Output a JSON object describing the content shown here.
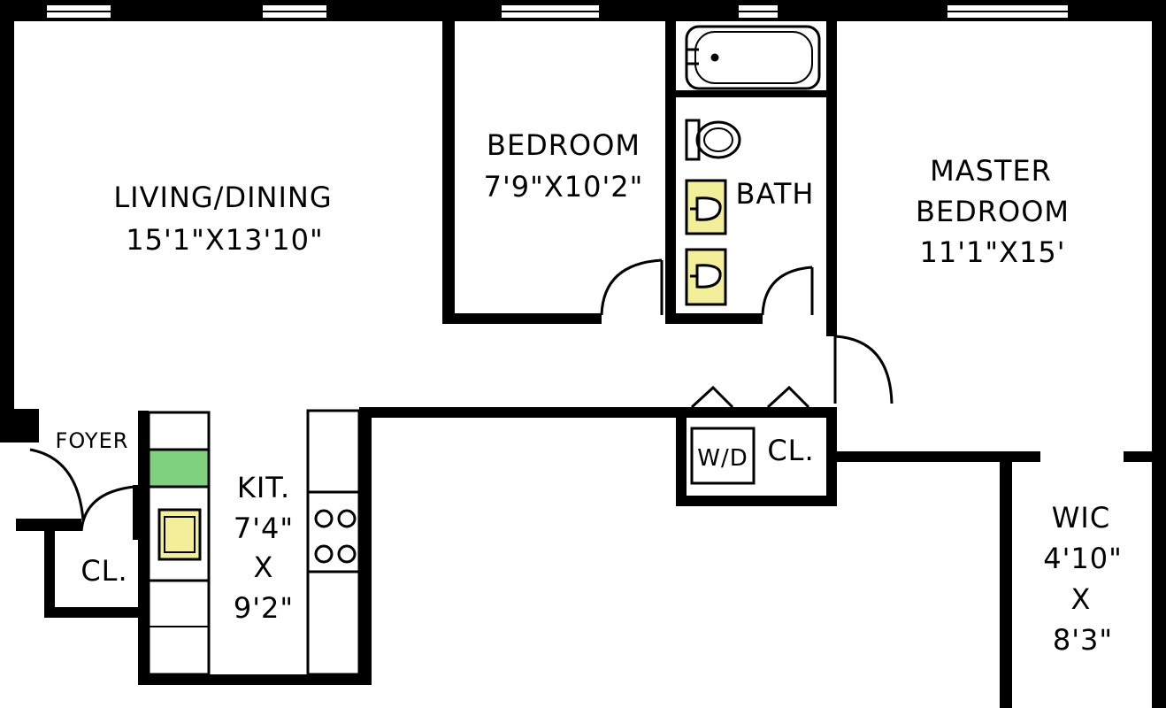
{
  "colors": {
    "wall": "#000000",
    "background": "#ffffff",
    "fixture_fill": "#f3ee9a",
    "counter_fill": "#7fd07f",
    "window": "#ffffff"
  },
  "rooms": {
    "living": {
      "name": "LIVING/DINING",
      "dims": "15'1\"X13'10\""
    },
    "bedroom": {
      "name": "BEDROOM",
      "dims": "7'9\"X10'2\""
    },
    "bath": {
      "name": "BATH"
    },
    "master": {
      "name_line1": "MASTER",
      "name_line2": "BEDROOM",
      "dims": "11'1\"X15'"
    },
    "foyer": {
      "name": "FOYER"
    },
    "kitchen": {
      "name": "KIT.",
      "dim1": "7'4\"",
      "x": "X",
      "dim2": "9'2\""
    },
    "foyer_closet": {
      "name": "CL."
    },
    "hall_closet": {
      "name": "CL."
    },
    "wic": {
      "name": "WIC",
      "dim1": "4'10\"",
      "x": "X",
      "dim2": "8'3\""
    }
  },
  "fixtures": {
    "washer_dryer": "W/D"
  },
  "icons": [
    "bathtub-icon",
    "toilet-icon",
    "sink-icon",
    "stove-icon",
    "kitchen-sink-icon",
    "washer-dryer-icon",
    "door-swing-icon"
  ]
}
